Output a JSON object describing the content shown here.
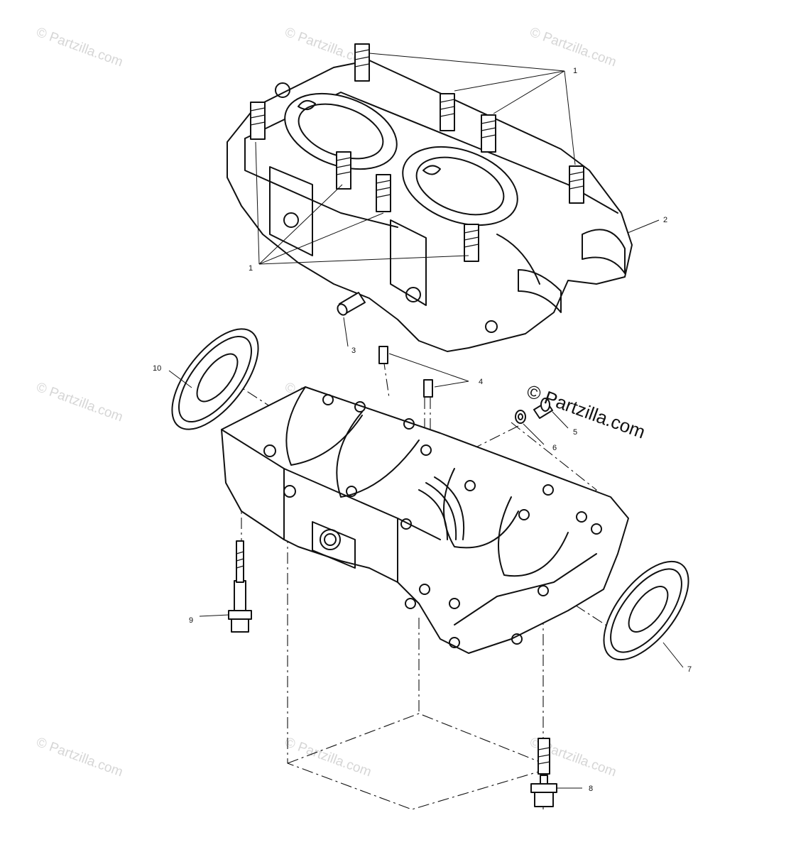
{
  "diagram": {
    "callouts": [
      {
        "id": "c1a",
        "label": "1"
      },
      {
        "id": "c1b",
        "label": "1"
      },
      {
        "id": "c2",
        "label": "2"
      },
      {
        "id": "c3",
        "label": "3"
      },
      {
        "id": "c4",
        "label": "4"
      },
      {
        "id": "c5",
        "label": "5"
      },
      {
        "id": "c6",
        "label": "6"
      },
      {
        "id": "c7",
        "label": "7"
      },
      {
        "id": "c8",
        "label": "8"
      },
      {
        "id": "c9",
        "label": "9"
      },
      {
        "id": "c10",
        "label": "10"
      }
    ],
    "watermark": "© Partzilla.com",
    "brand_mark": "© Partzilla.com"
  }
}
